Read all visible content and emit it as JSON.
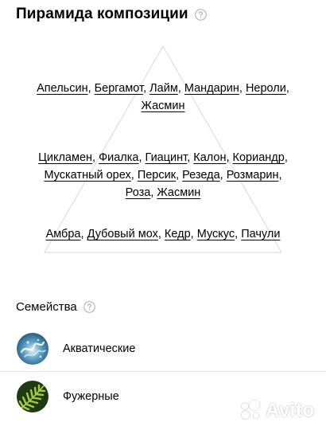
{
  "header": {
    "title": "Пирамида композиции",
    "help_icon": "question-circle-icon"
  },
  "pyramid": {
    "top_notes": [
      "Апельсин",
      "Бергамот",
      "Лайм",
      "Мандарин",
      "Нероли",
      "Жасмин"
    ],
    "middle_notes": [
      "Цикламен",
      "Фиалка",
      "Гиацинт",
      "Калон",
      "Кориандр",
      "Мускатный орех",
      "Персик",
      "Резеда",
      "Розмарин",
      "Роза",
      "Жасмин"
    ],
    "base_notes": [
      "Амбра",
      "Дубовый мох",
      "Кедр",
      "Мускус",
      "Пачули"
    ]
  },
  "families": {
    "title": "Семейства",
    "help_icon": "question-circle-icon",
    "items": [
      {
        "label": "Акватические",
        "icon": "water-splash-icon"
      },
      {
        "label": "Фужерные",
        "icon": "fern-leaf-icon"
      }
    ]
  },
  "watermark": {
    "text": "Avito",
    "icon": "avito-logo-icon"
  },
  "colors": {
    "text": "#000000",
    "pyramid_line": "#d9d9d9",
    "help_icon": "#b5b5b5",
    "divider": "#e2e2e2"
  }
}
